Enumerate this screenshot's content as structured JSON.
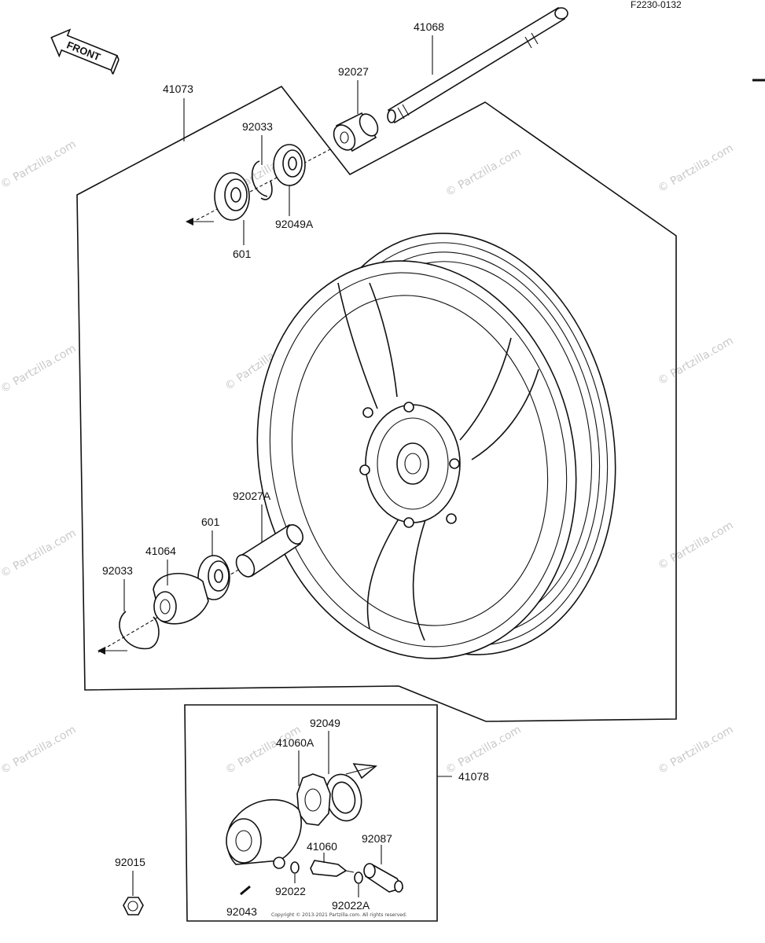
{
  "diagram_id": "F2230-0132",
  "front_label": "FRONT",
  "labels": {
    "p41068": "41068",
    "p92027": "92027",
    "p41073": "41073",
    "p92033_top": "92033",
    "p92049A": "92049A",
    "p601_top": "601",
    "p92027A": "92027A",
    "p601_bottom": "601",
    "p41064": "41064",
    "p92033_bottom": "92033",
    "p92049": "92049",
    "p41060A": "41060A",
    "p41078": "41078",
    "p41060": "41060",
    "p92087": "92087",
    "p92015": "92015",
    "p92022": "92022",
    "p92022A": "92022A",
    "p92043": "92043"
  },
  "watermark": "© Partzilla.com",
  "copyright_line": "Copyright © 2013-2021 Partzilla.com. All rights reserved."
}
